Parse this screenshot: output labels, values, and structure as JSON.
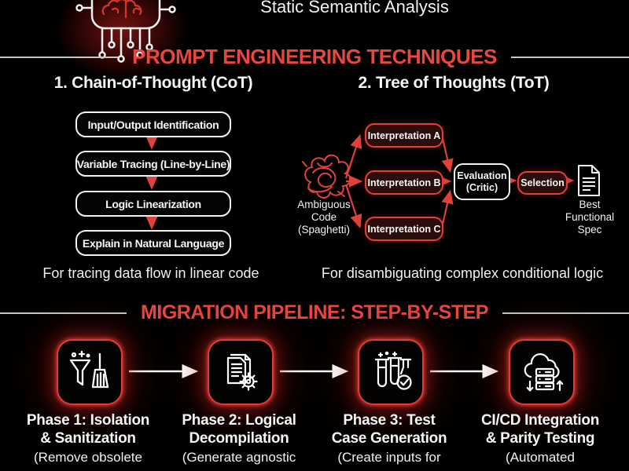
{
  "colors": {
    "background": "#000000",
    "accent_red": "#e8463f",
    "stroke_red": "#e0413b",
    "box_fill_red": "#2b0d0c",
    "white": "#f5f5f5"
  },
  "header": {
    "title": "Static Semantic Analysis",
    "icon": "ai-chip-icon"
  },
  "prompt_section": {
    "heading": "PROMPT ENGINEERING TECHNIQUES",
    "cot": {
      "title": "1. Chain-of-Thought (CoT)",
      "steps": [
        "Input/Output Identification",
        "Variable Tracing (Line-by-Line)",
        "Logic Linearization",
        "Explain in Natural Language"
      ],
      "caption": "For tracing data flow in linear code"
    },
    "tot": {
      "title": "2. Tree of Thoughts (ToT)",
      "source": {
        "line1": "Ambiguous",
        "line2": "Code",
        "line3": "(Spaghetti)"
      },
      "interpretations": [
        "Interpretation A",
        "Interpretation B",
        "Interpretation C"
      ],
      "evaluation": {
        "line1": "Evaluation",
        "line2": "(Critic)"
      },
      "selection": "Selection",
      "output": {
        "line1": "Best",
        "line2": "Functional",
        "line3": "Spec"
      },
      "caption": "For disambiguating complex conditional logic"
    }
  },
  "pipeline_section": {
    "heading": "MIGRATION PIPELINE: STEP-BY-STEP",
    "phases": [
      {
        "icon": "funnel-broom-icon",
        "title_line1": "Phase 1: Isolation",
        "title_line2": "& Sanitization",
        "subtitle": "(Remove obsolete"
      },
      {
        "icon": "document-gear-icon",
        "title_line1": "Phase 2: Logical",
        "title_line2": "Decompilation",
        "subtitle": "(Generate agnostic"
      },
      {
        "icon": "test-tubes-icon",
        "title_line1": "Phase 3: Test",
        "title_line2": "Case Generation",
        "subtitle": "(Create inputs for"
      },
      {
        "icon": "cloud-server-icon",
        "title_line1": "CI/CD Integration",
        "title_line2": "& Parity Testing",
        "subtitle": "(Automated"
      }
    ]
  }
}
